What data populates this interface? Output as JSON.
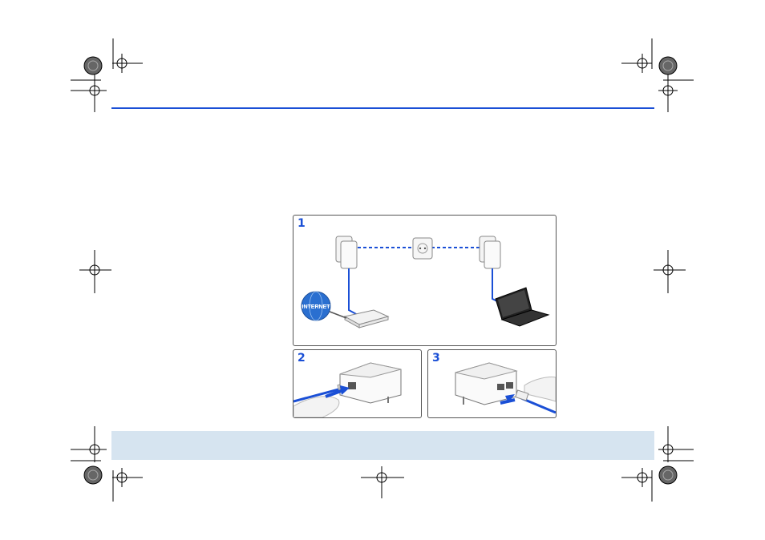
{
  "panels": [
    {
      "number": "1",
      "label": "INTERNET"
    },
    {
      "number": "2"
    },
    {
      "number": "3"
    }
  ],
  "colors": {
    "accent": "#1a4fd6",
    "band": "#d6e4f0",
    "cable": "#1a4fd6"
  },
  "icons": [
    "crosshair-registration-mark",
    "color-registration-circle",
    "globe-icon",
    "laptop-icon",
    "router-icon",
    "wall-socket-icon",
    "powerline-adapter-icon",
    "hand-icon"
  ]
}
